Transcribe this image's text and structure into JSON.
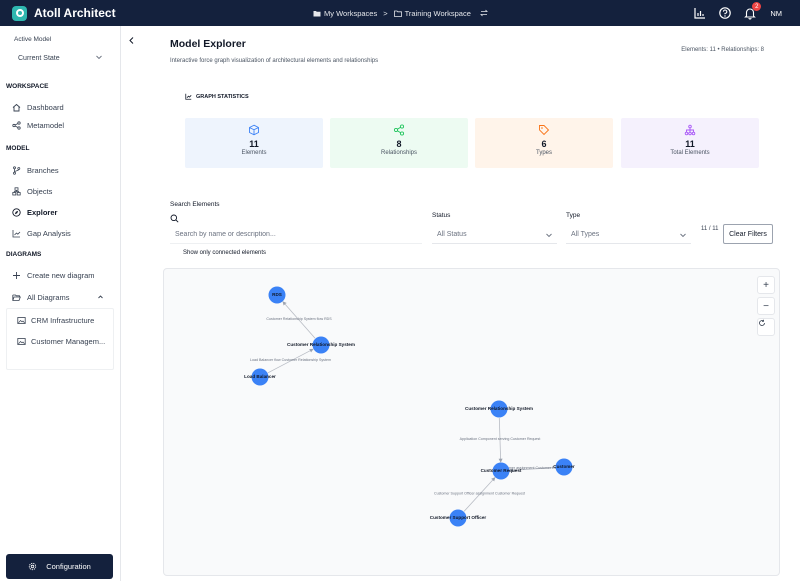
{
  "app": {
    "name": "Atoll Architect"
  },
  "breadcrumb": {
    "workspaces": "My Workspaces",
    "separator": ">",
    "current": "Training Workspace"
  },
  "header": {
    "notification_count": "2",
    "user_initials": "NM"
  },
  "sidebar": {
    "active_model_label": "Active Model",
    "active_model_value": "Current State",
    "sections": {
      "workspace": "WORKSPACE",
      "model": "MODEL",
      "diagrams": "DIAGRAMS"
    },
    "workspace_items": [
      "Dashboard",
      "Metamodel"
    ],
    "model_items": [
      "Branches",
      "Objects",
      "Explorer",
      "Gap Analysis"
    ],
    "diagram_items": [
      "Create new diagram",
      "All Diagrams"
    ],
    "diagram_subitems": [
      "CRM Infrastructure",
      "Customer Managem..."
    ],
    "config_label": "Configuration"
  },
  "main": {
    "title": "Model Explorer",
    "subtitle": "Interactive force graph visualization of architectural elements and relationships",
    "counts": "Elements: 11 • Relationships: 8",
    "stats_heading": "GRAPH STATISTICS",
    "stats": [
      {
        "value": "11",
        "label": "Elements",
        "icon": "cube-icon",
        "bg": "#eef4fd",
        "color": "#3b82f6"
      },
      {
        "value": "8",
        "label": "Relationships",
        "icon": "share-icon",
        "bg": "#edfbf2",
        "color": "#22c55e"
      },
      {
        "value": "6",
        "label": "Types",
        "icon": "tag-icon",
        "bg": "#fff4ea",
        "color": "#f97316"
      },
      {
        "value": "11",
        "label": "Total Elements",
        "icon": "hierarchy-icon",
        "bg": "#f5f1fd",
        "color": "#a855f7"
      }
    ],
    "filters": {
      "search_label": "Search Elements",
      "search_placeholder": "Search by name or description...",
      "status_label": "Status",
      "status_value": "All Status",
      "type_label": "Type",
      "type_value": "All Types",
      "count": "11 / 11",
      "clear_label": "Clear Filters",
      "connected_label": "Show only connected elements"
    },
    "zoom": {
      "in": "+",
      "out": "−"
    }
  },
  "graph_data": {
    "nodes": [
      {
        "id": "n1",
        "label": "RDS"
      },
      {
        "id": "n2",
        "label": "Customer Relationship System"
      },
      {
        "id": "n3",
        "label": "Load Balancer"
      },
      {
        "id": "n4",
        "label": "Customer Relationship System"
      },
      {
        "id": "n5",
        "label": "Customer Request"
      },
      {
        "id": "n6",
        "label": "Customer"
      },
      {
        "id": "n7",
        "label": "Customer Support Officer"
      }
    ],
    "edges": [
      {
        "from": "n2",
        "to": "n1",
        "label": "Customer Relationship System flow RDS"
      },
      {
        "from": "n3",
        "to": "n2",
        "label": "Load Balancer flow Customer Relationship System"
      },
      {
        "from": "n4",
        "to": "n5",
        "label": "Application Component serving Customer Request"
      },
      {
        "from": "n6",
        "to": "n5",
        "label": "Customer assignment Customer Request"
      },
      {
        "from": "n7",
        "to": "n5",
        "label": "Customer Support Officer assignment Customer Request"
      }
    ]
  }
}
